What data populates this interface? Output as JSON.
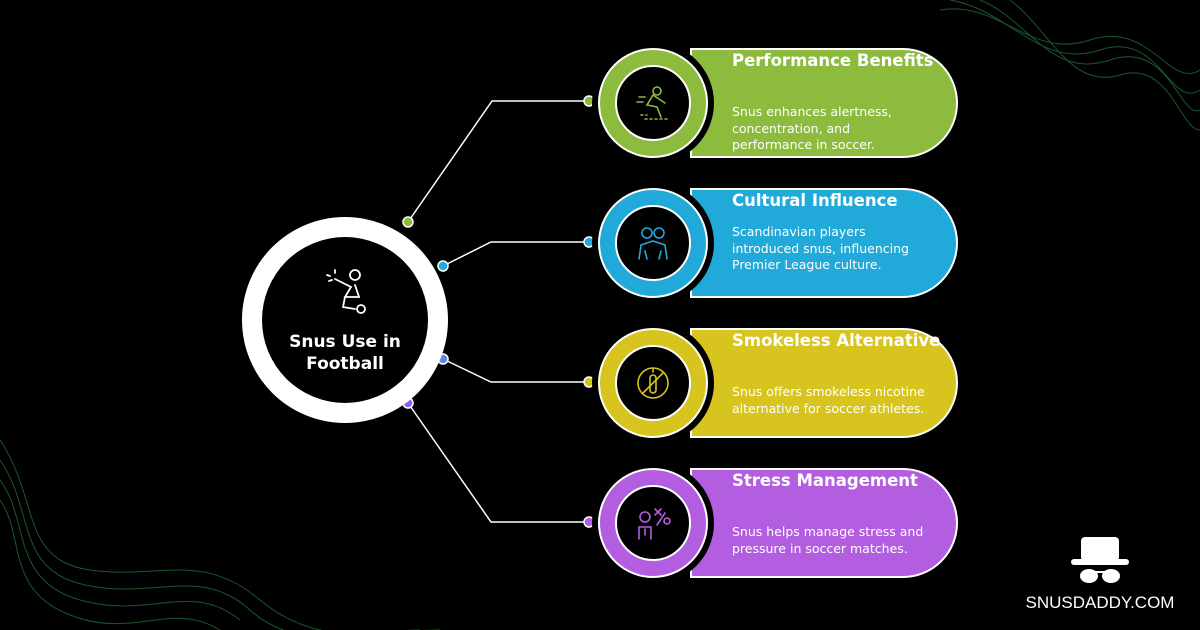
{
  "hub": {
    "title": "Snus Use in Football",
    "icon": "soccer-player-icon"
  },
  "cards": [
    {
      "title": "Performance Benefits",
      "description": "Snus enhances alertness, concentration, and performance in soccer.",
      "color": "#8dbb3d",
      "dot_color": "#8dbb3d",
      "icon": "athlete-jump-icon"
    },
    {
      "title": "Cultural Influence",
      "description": "Scandinavian players introduced snus, influencing Premier League culture.",
      "color": "#21a9d9",
      "dot_color": "#21a9d9",
      "icon": "two-players-icon"
    },
    {
      "title": "Smokeless Alternative",
      "description": "Snus offers smokeless nicotine alternative for soccer athletes.",
      "color": "#d8c41f",
      "dot_color": "#5d88dc",
      "icon": "no-smoking-icon"
    },
    {
      "title": "Stress Management",
      "description": "Snus helps manage stress and pressure in soccer matches.",
      "color": "#b35ee0",
      "dot_color": "#8b5cf0",
      "icon": "coach-strategy-icon"
    }
  ],
  "brand": {
    "name": "SNUSDADDY.COM",
    "icon": "incognito-hat-icon"
  }
}
